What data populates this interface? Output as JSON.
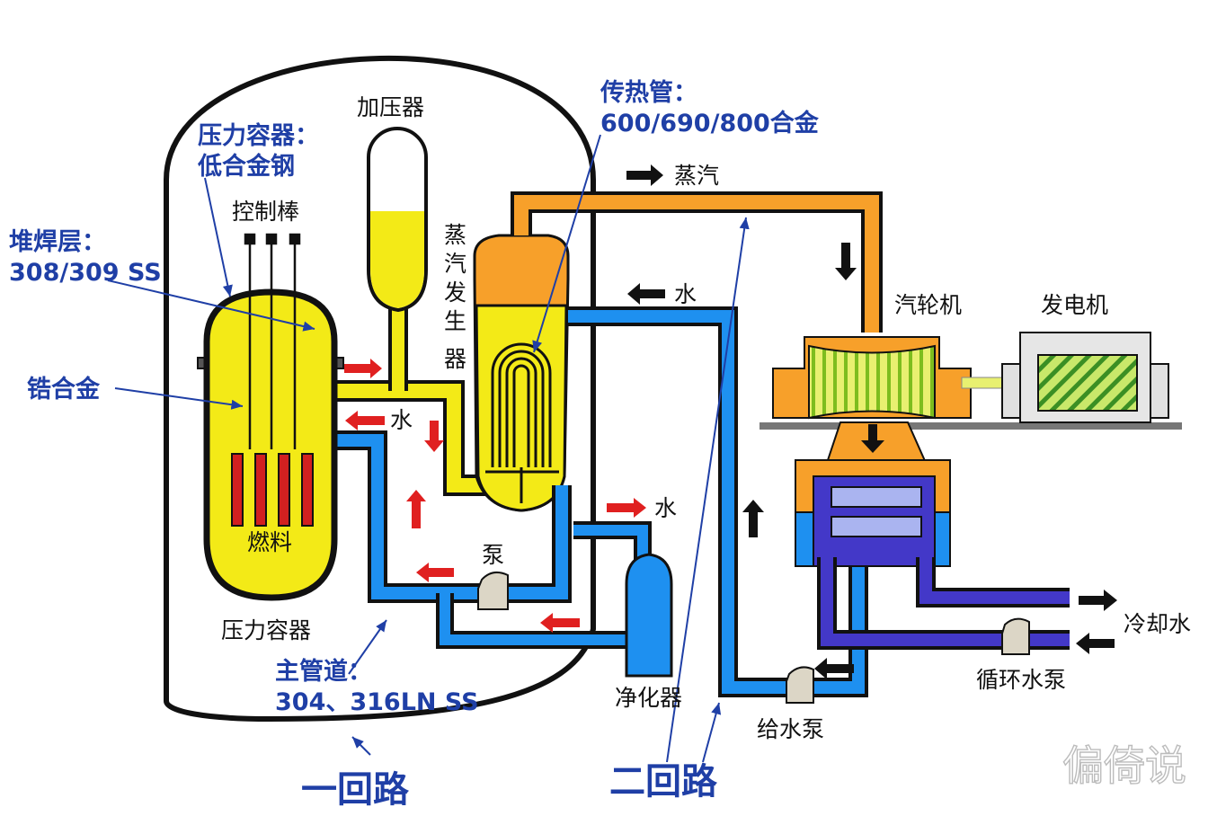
{
  "labels": {
    "pressurizer": "加压器",
    "control_rods": "控制棒",
    "fuel": "燃料",
    "pressure_vessel": "压力容器",
    "sg_1": "蒸",
    "sg_2": "汽",
    "sg_3": "发",
    "sg_4": "生",
    "sg_5": "器",
    "steam": "蒸汽",
    "water_return": "水",
    "water_primary": "水",
    "water_out": "水",
    "pump": "泵",
    "purifier": "净化器",
    "turbine": "汽轮机",
    "generator": "发电机",
    "cooling_water": "冷却水",
    "circ_pump": "循环水泵",
    "feed_pump": "给水泵"
  },
  "annotations": {
    "vessel_title": "压力容器：",
    "vessel_material": "低合金钢",
    "cladding_title": "堆焊层：",
    "cladding_material": "308/309 SS",
    "zirconium": "锆合金",
    "tube_title": "传热管：",
    "tube_material": "600/690/800合金",
    "pipe_title": "主管道：",
    "pipe_material": "304、316LN SS"
  },
  "loops": {
    "primary": "一回路",
    "secondary": "二回路"
  },
  "watermark": "偏倚说",
  "colors": {
    "primary_coolant": "#f3ea17",
    "feedwater": "#1e90f0",
    "steam": "#f7a02a",
    "cooling": "#4338c8",
    "flow_arrow": "#e02020",
    "annotation": "#1f3fa6"
  }
}
